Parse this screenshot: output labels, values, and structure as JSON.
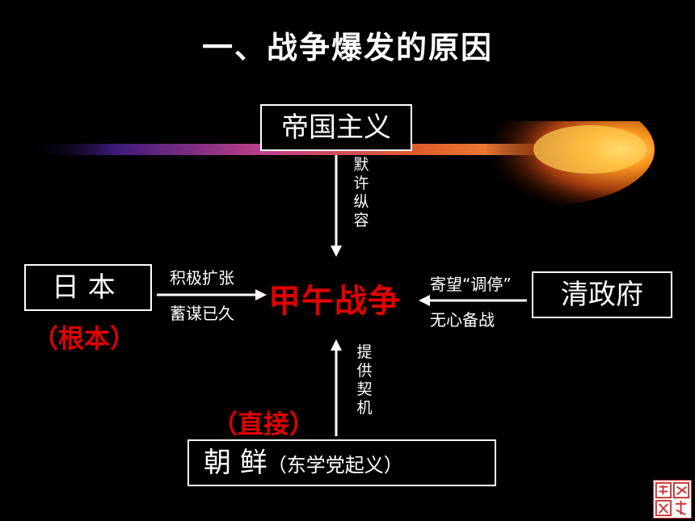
{
  "title": "一、战争爆发的原因",
  "imperialism": "帝国主义",
  "acquiesce": [
    "默",
    "许",
    "纵",
    "容"
  ],
  "japan": "日 本",
  "japan_note": "（根本）",
  "japan_arrow_top": "积极扩张",
  "japan_arrow_bottom": "蓄谋已久",
  "war": "甲午战争",
  "qing": "清政府",
  "qing_arrow_top": "寄望“调停”",
  "qing_arrow_bottom": "无心备战",
  "provide": [
    "提",
    "供",
    "契",
    "机"
  ],
  "korea": "朝 鲜",
  "korea_sub": "（东学党起义）",
  "korea_note": "（直接）",
  "colors": {
    "background": "#000000",
    "red": "#e00000",
    "text": "#ffffff"
  },
  "logo": {
    "icon": "seal-logo"
  }
}
